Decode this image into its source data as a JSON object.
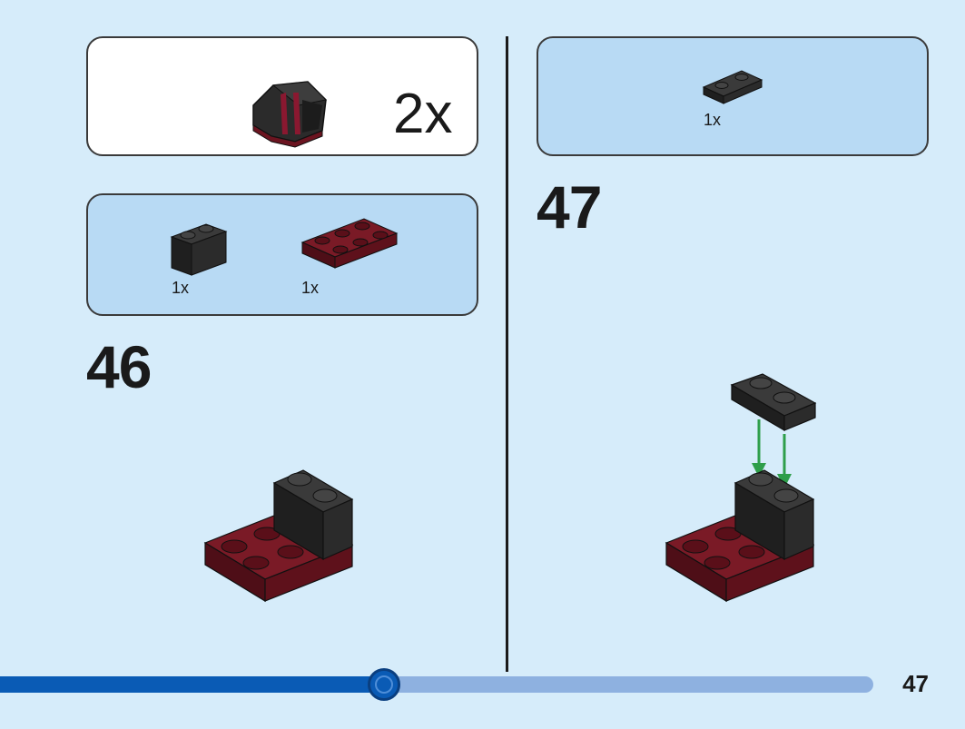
{
  "page": {
    "number": "47"
  },
  "progress": {
    "fraction": 0.44
  },
  "left": {
    "subassembly": {
      "multiplier": "2x"
    },
    "parts": [
      {
        "name": "black-brick-1x2",
        "qty": "1x"
      },
      {
        "name": "dark-red-plate-2x3",
        "qty": "1x"
      }
    ],
    "step": "46"
  },
  "right": {
    "parts": [
      {
        "name": "black-plate-1x2",
        "qty": "1x"
      }
    ],
    "step": "47"
  },
  "colors": {
    "background": "#d6ecfa",
    "parts_box": "#b8daf4",
    "black_brick": "#2b2b2b",
    "dark_red": "#6b1420",
    "arrow": "#2e9e4a",
    "progress": "#0a5bb5"
  }
}
